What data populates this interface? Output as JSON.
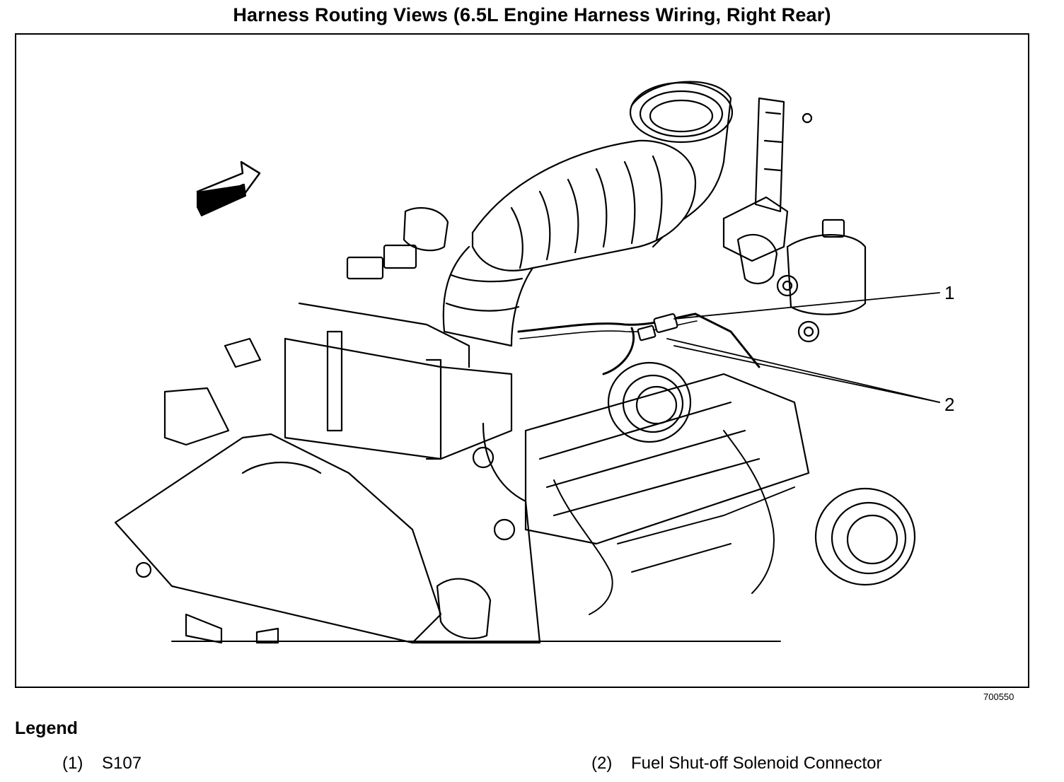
{
  "title": "Harness Routing Views (6.5L Engine Harness Wiring, Right Rear)",
  "figure_id": "700550",
  "callouts": [
    {
      "number": "1"
    },
    {
      "number": "2"
    }
  ],
  "legend": {
    "title": "Legend",
    "items": [
      {
        "number": "(1)",
        "label": "S107"
      },
      {
        "number": "(2)",
        "label": "Fuel Shut-off Solenoid Connector"
      }
    ]
  }
}
